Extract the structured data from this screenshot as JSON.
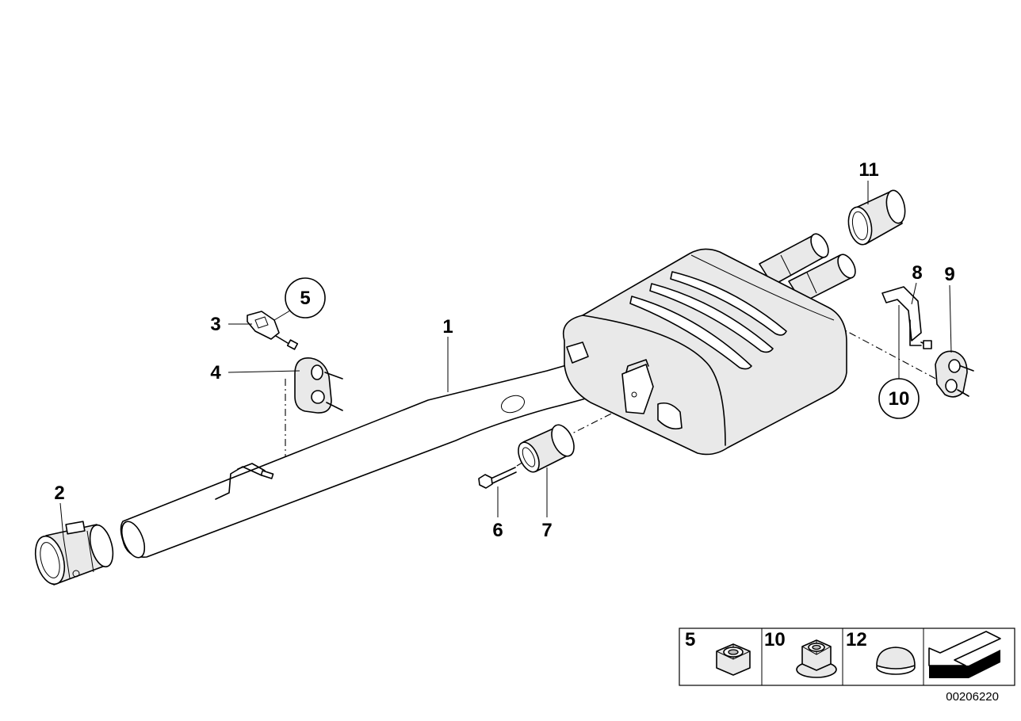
{
  "callouts": {
    "c1": "1",
    "c2": "2",
    "c3": "3",
    "c4": "4",
    "c5": "5",
    "c6": "6",
    "c7": "7",
    "c8": "8",
    "c9": "9",
    "c10": "10",
    "c11": "11"
  },
  "legend": {
    "items": [
      {
        "number": "5",
        "icon": "hex-nut-icon"
      },
      {
        "number": "10",
        "icon": "flange-nut-icon"
      },
      {
        "number": "12",
        "icon": "plug-icon"
      }
    ],
    "arrow_icon": "direction-arrow-icon"
  },
  "diagram_number": "00206220"
}
